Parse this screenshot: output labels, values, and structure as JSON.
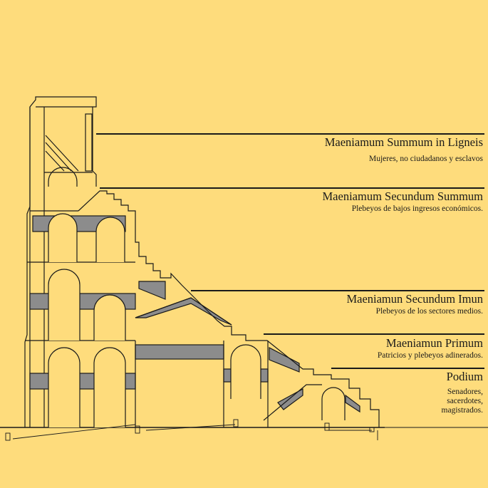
{
  "levels": [
    {
      "title": "Maeniamum Summum in Ligneis",
      "subtitle": "Mujeres, no ciudadanos y esclavos"
    },
    {
      "title": "Maeniamum Secundum Summum",
      "subtitle": "Plebeyos de bajos ingresos económicos."
    },
    {
      "title": "Maeniamun Secundum Imun",
      "subtitle": "Plebeyos de los sectores medios."
    },
    {
      "title": "Maeniamun Primum",
      "subtitle": "Patricios y plebeyos adinerados."
    },
    {
      "title": "Podium",
      "subtitle_lines": [
        "Senadores,",
        "sacerdotes,",
        "magistrados."
      ]
    }
  ],
  "colors": {
    "background": "#fedc7c",
    "line": "#1a1a1a",
    "shade": "#8c8c8c"
  }
}
